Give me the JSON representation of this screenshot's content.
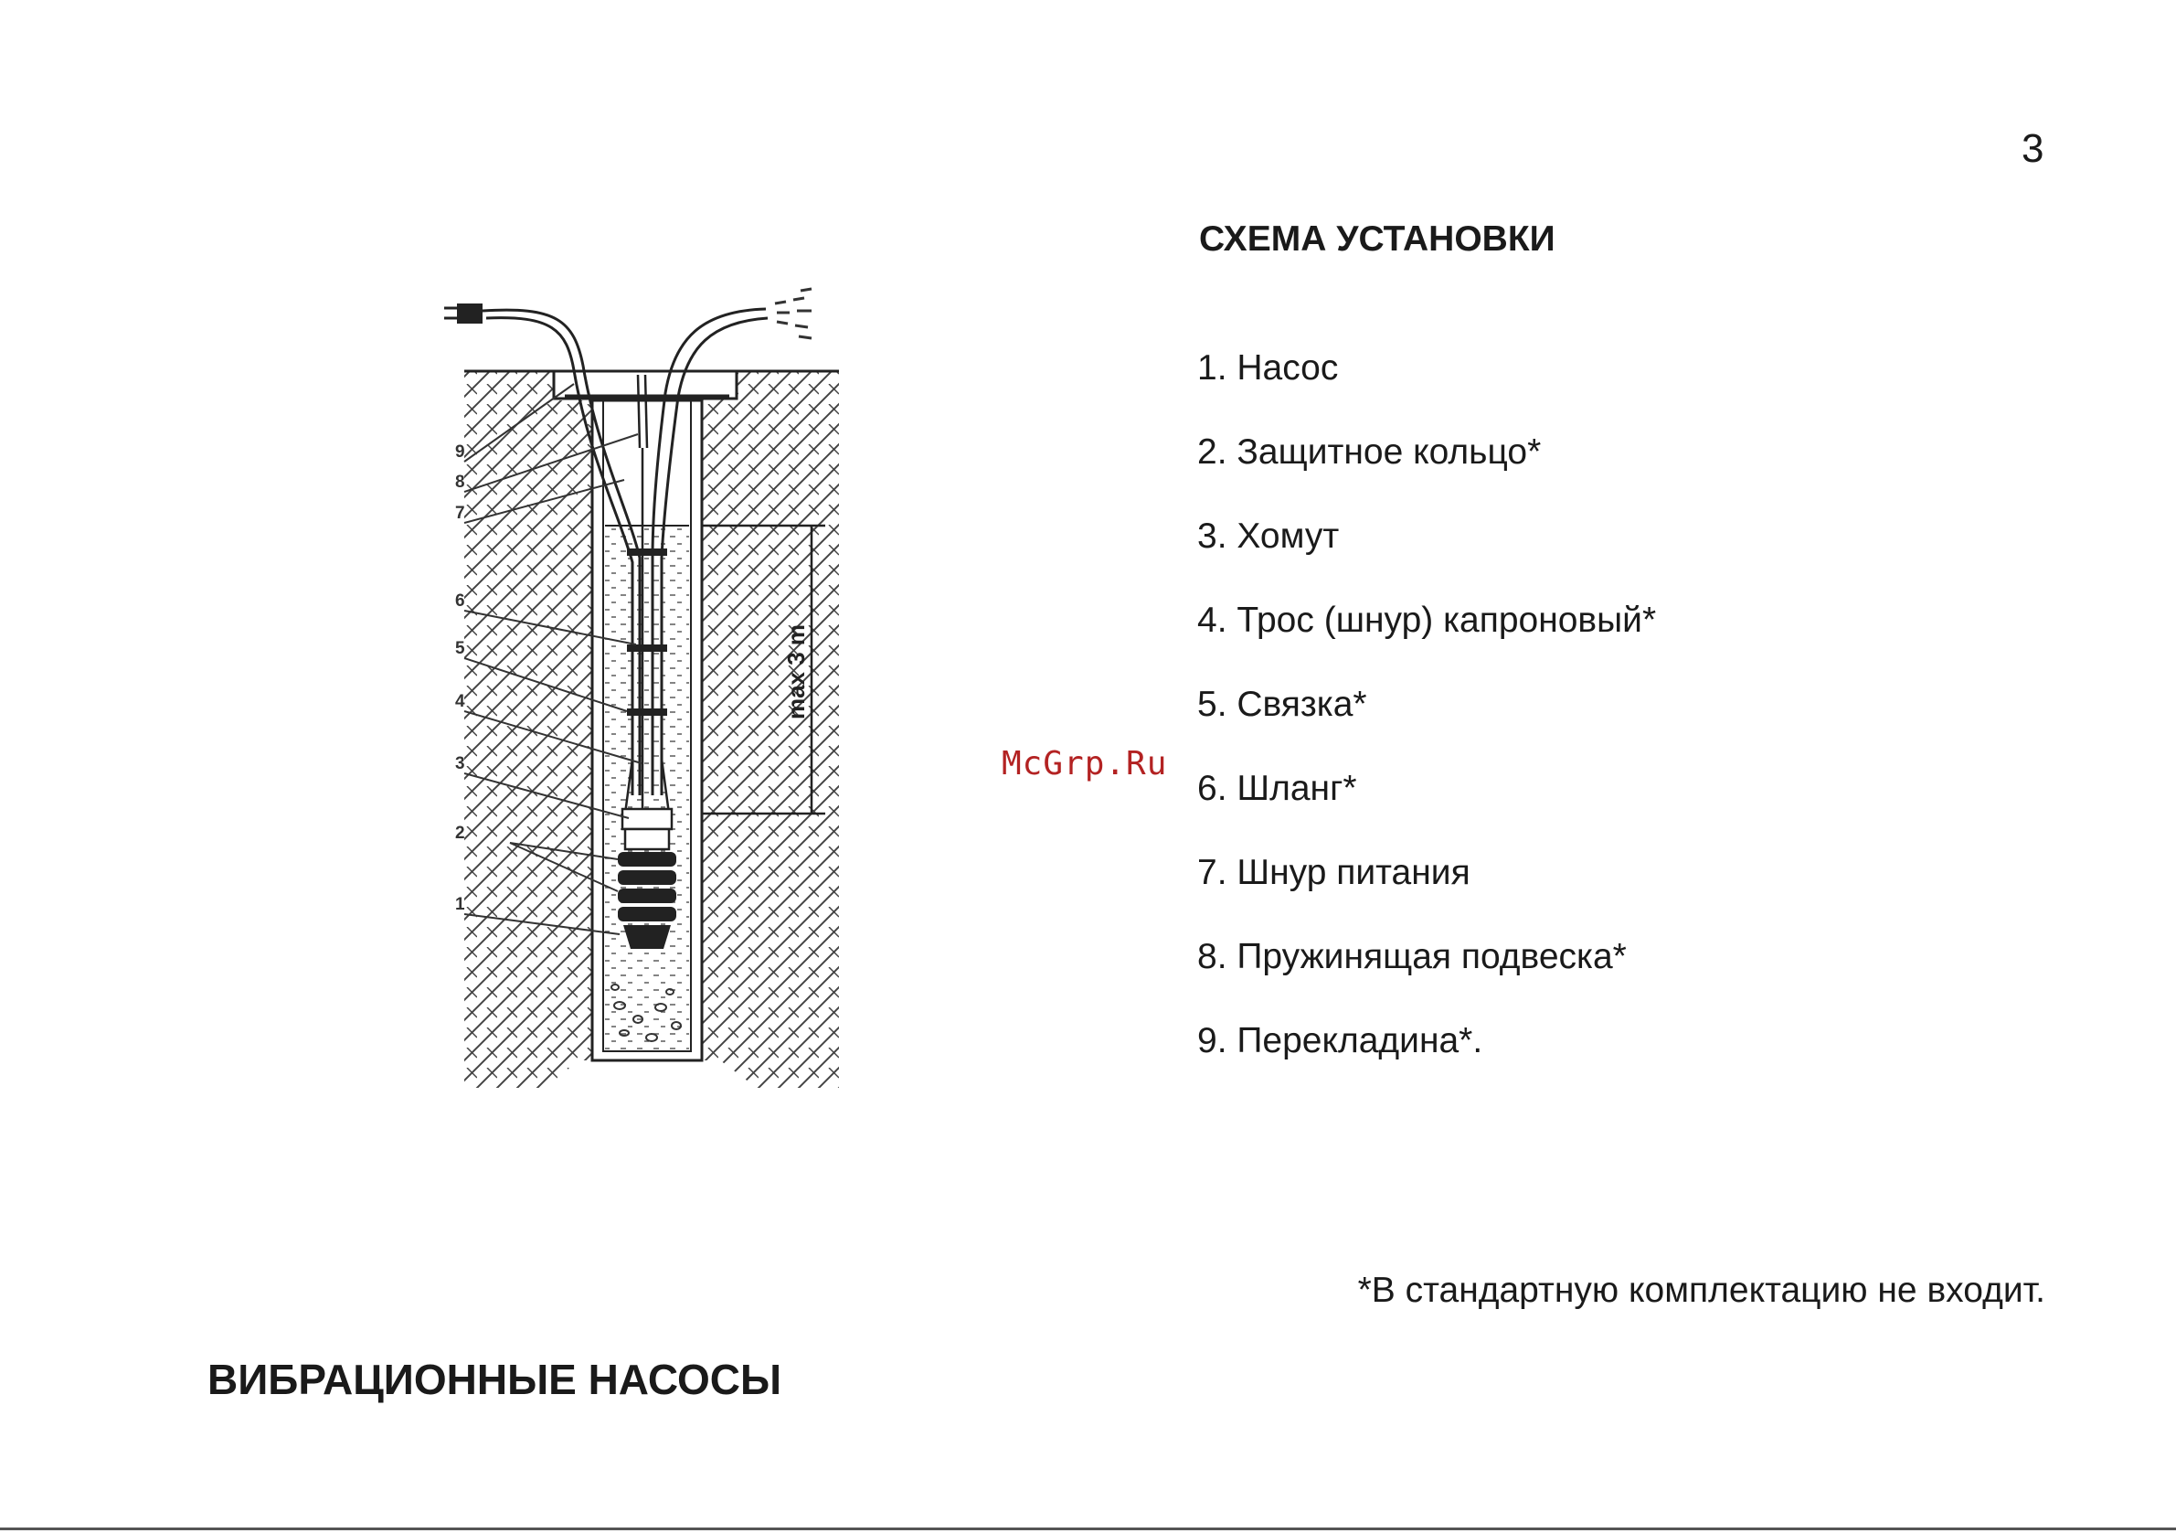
{
  "page_number": "3",
  "section_title": "СХЕМА УСТАНОВКИ",
  "legend": [
    "1.  Насос",
    "2.  Защитное кольцо*",
    "3. Хомут",
    "4. Трос (шнур) капроновый*",
    "5. Связка*",
    "6. Шланг*",
    "7.  Шнур питания",
    "8.  Пружинящая подвеска*",
    "9.  Перекладина*."
  ],
  "diagram": {
    "callouts": [
      "9",
      "8",
      "7",
      "6",
      "5",
      "4",
      "3",
      "2",
      "1"
    ],
    "dimension_label": "max 3 m"
  },
  "watermark": "McGrp.Ru",
  "footnote": "*В стандартную комплектацию не входит.",
  "document_title": "ВИБРАЦИОННЫЕ НАСОСЫ"
}
